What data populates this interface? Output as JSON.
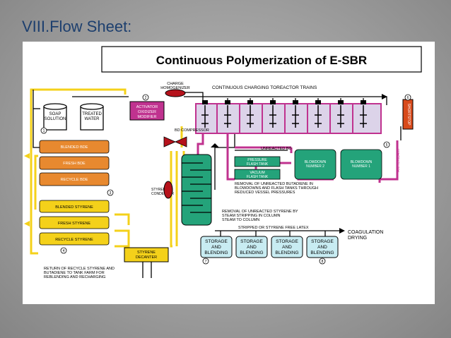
{
  "slide_title": "VIII.Flow Sheet:",
  "diagram": {
    "title": "Continuous Polymerization of E-SBR",
    "labels": {
      "charge_homogenizer_1": "CHARGE",
      "charge_homogenizer_2": "HOMOGENIZER",
      "charging_trains": "CONTINUOUS CHARGING TOREACTOR TRAINS",
      "soap_1": "SOAP",
      "soap_2": "SOLUTION",
      "water_1": "TREATED",
      "water_2": "WATER",
      "activator_1": "ACTIVATOR",
      "activator_2": "OXIDIZER",
      "activator_3": "MODIFIER",
      "bd_compressor": "BD COMPRESSOR",
      "unreacted_bd": "UNREACTED BD",
      "blended_bde": "BLENDED BDE",
      "fresh_bde": "FRESH BDE",
      "recycle_bde": "RECYCLE BDE",
      "pressure_flash_1": "PRESSURE",
      "pressure_flash_2": "FLASH TANK",
      "vacuum_flash_1": "VACUUM",
      "vacuum_flash_2": "FLASH TANK",
      "blowdown_2_1": "BLOWDOWN",
      "blowdown_2_2": "NUMBER 2",
      "blowdown_1_1": "BLOWDOWN",
      "blowdown_1_2": "NUMBER 1",
      "removal_bd_1": "REMOVAL OF UNREACTED BUTADIENE IN",
      "removal_bd_2": "BLOWDOWNS AND FLASH TANKS THROUGH",
      "removal_bd_3": "REDUCED VESSEL PRESSURES",
      "styrene_condenser_1": "STYRENE",
      "styrene_condenser_2": "CONDENSER",
      "removal_styrene_1": "REMOVAL OF UNREACTED STYRENE BY",
      "removal_styrene_2": "STEAM STRIPPING IN COLUMN",
      "removal_styrene_3": "STEAM TO COLUMN",
      "blended_styrene": "BLENDED STYRENE",
      "fresh_styrene": "FRESH STYRENE",
      "recycle_styrene": "RECYCLE STYRENE",
      "stripped_latex": "STRIPPED OR STYRENE FREE LATEX",
      "coagulation_1": "COAGULATION",
      "coagulation_2": "DRYING",
      "storage_line_1": "STORAGE",
      "storage_line_2": "AND",
      "storage_line_3": "BLENDING",
      "styrene_decanter_1": "STYRENE",
      "styrene_decanter_2": "DECANTER",
      "return_1": "RETURN OF RECYCLE STYRENE AND",
      "return_2": "BUTADIENE TO TANK FARM FOR",
      "return_3": "REBLENDING AND RECHARGING",
      "shortstop": "SHORTSTOP",
      "antioxidant": "ANTIOXIDANT"
    },
    "step_numbers": [
      "1",
      "2",
      "3",
      "4",
      "5",
      "6",
      "7",
      "8"
    ]
  }
}
